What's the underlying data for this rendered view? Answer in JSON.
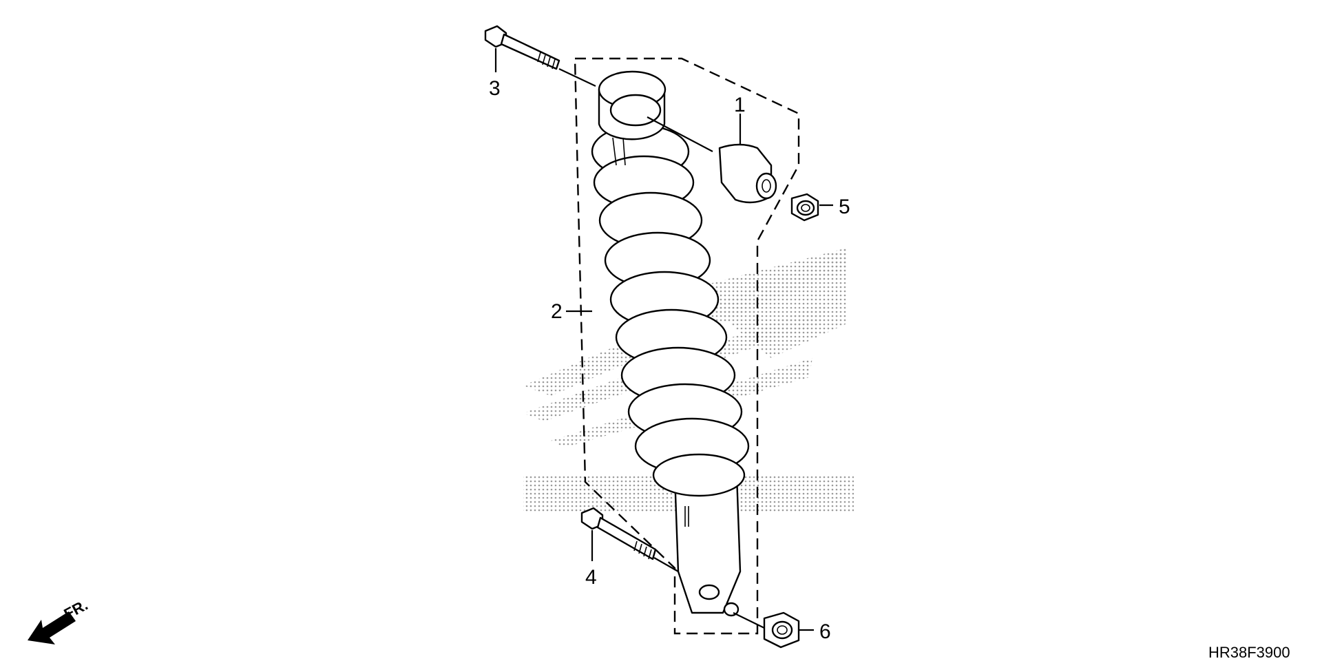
{
  "callouts": [
    {
      "num": "1"
    },
    {
      "num": "2"
    },
    {
      "num": "3"
    },
    {
      "num": "4"
    },
    {
      "num": "5"
    },
    {
      "num": "6"
    }
  ],
  "direction_label": "FR.",
  "diagram_code": "HR38F3900"
}
